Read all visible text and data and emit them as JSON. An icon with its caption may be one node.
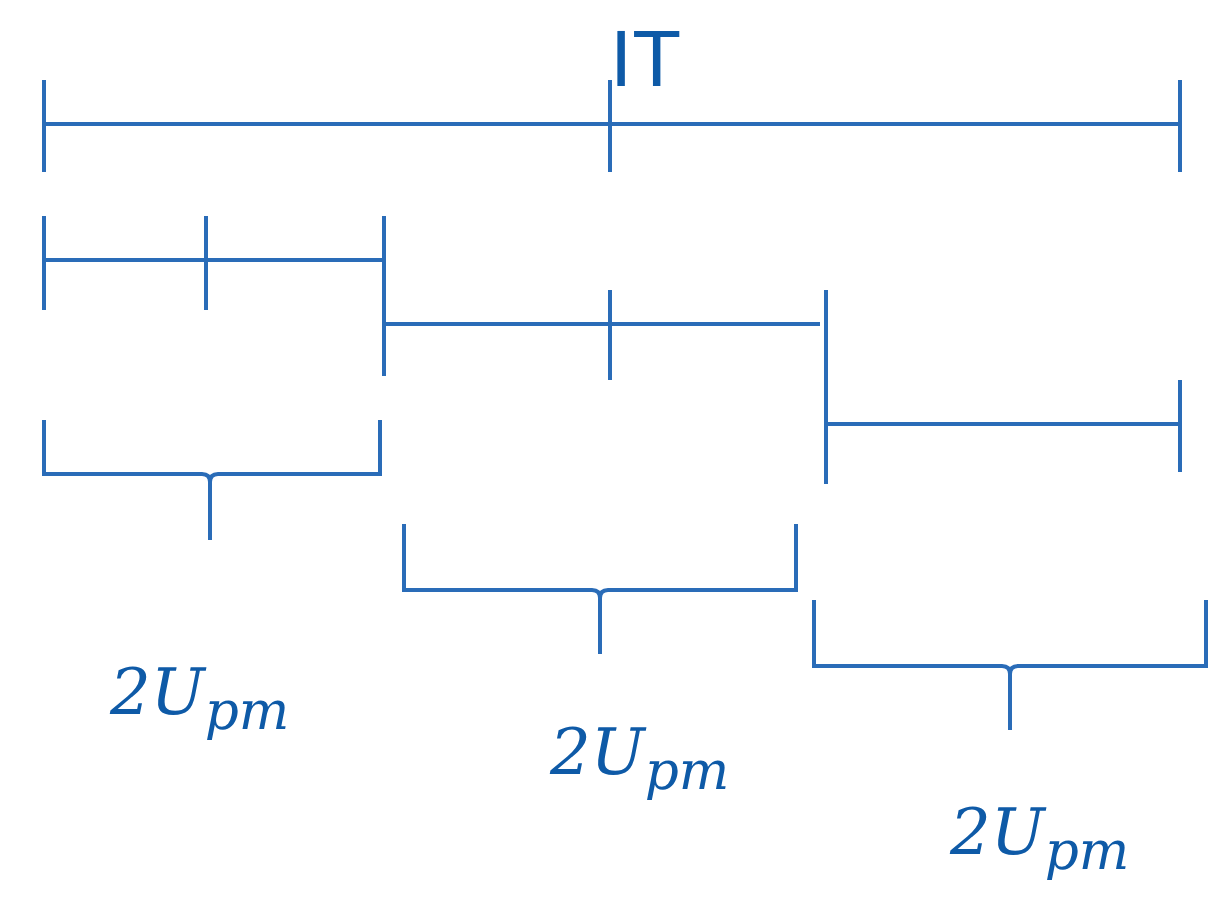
{
  "diagram": {
    "labels": [
      "IT",
      "2U$_{pm}$",
      "2U$_{pm}$",
      "2U$_{pm}$"
    ]
  }
}
